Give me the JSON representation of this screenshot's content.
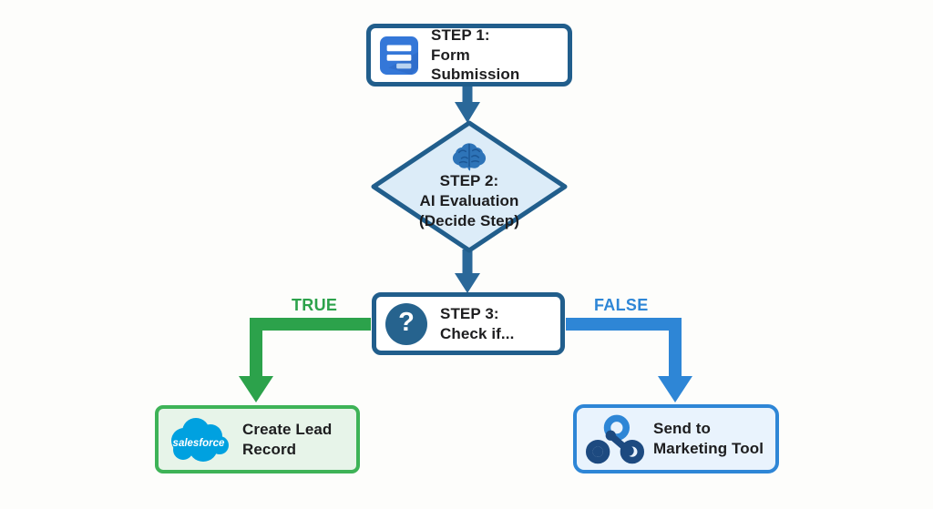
{
  "nodes": {
    "step1": {
      "title": "STEP 1:",
      "label": "Form Submission",
      "icon": "form-icon"
    },
    "step2": {
      "title": "STEP 2:",
      "label": "AI Evaluation",
      "sublabel": "(Decide Step)",
      "icon": "brain-icon"
    },
    "step3": {
      "title": "STEP 3:",
      "label": "Check if...",
      "icon": "question-icon"
    },
    "outcome_true": {
      "label": "Create Lead Record",
      "icon": "salesforce-logo",
      "logo_text": "salesforce"
    },
    "outcome_false": {
      "label": "Send to Marketing Tool",
      "icon": "webhook-icon"
    }
  },
  "edges": {
    "true_label": "TRUE",
    "false_label": "FALSE"
  },
  "colors": {
    "node_border": "#215e8c",
    "arrow_blue_dark": "#2a6899",
    "diamond_fill": "#dcecf8",
    "true_green": "#2ca24b",
    "false_blue": "#2e86d6",
    "salesforce_blue": "#00A1E0",
    "outcome_true_fill": "#e7f4e9",
    "outcome_true_border": "#3eb357",
    "outcome_false_fill": "#e9f3fd",
    "text": "#1d1d1f",
    "background": "#fdfdfb"
  }
}
